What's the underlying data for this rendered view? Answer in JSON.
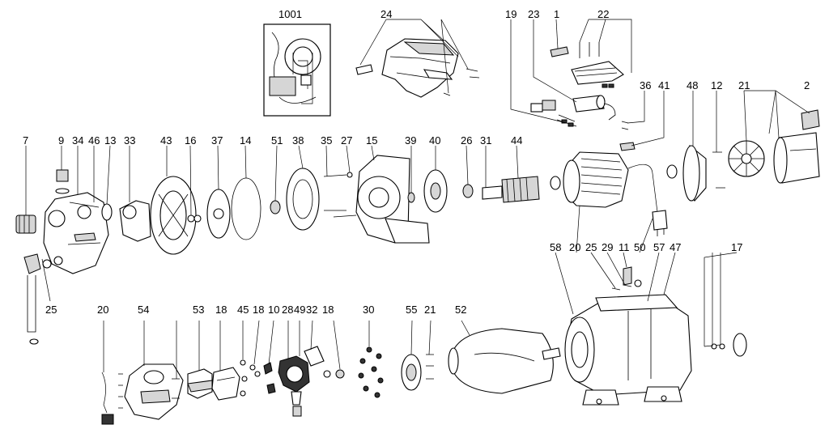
{
  "callouts": {
    "n1001": "1001",
    "n24": "24",
    "n19": "19",
    "n23": "23",
    "n1": "1",
    "n22": "22",
    "n36": "36",
    "n41": "41",
    "n48": "48",
    "n12": "12",
    "n21a": "21",
    "n2": "2",
    "n7": "7",
    "n9": "9",
    "n34": "34",
    "n46": "46",
    "n13": "13",
    "n33": "33",
    "n43": "43",
    "n16": "16",
    "n37": "37",
    "n14": "14",
    "n51": "51",
    "n38": "38",
    "n35": "35",
    "n27": "27",
    "n15": "15",
    "n39": "39",
    "n40": "40",
    "n26": "26",
    "n31": "31",
    "n44": "44",
    "n58": "58",
    "n20a": "20",
    "n25a": "25",
    "n29": "29",
    "n11": "11",
    "n50": "50",
    "n57": "57",
    "n47": "47",
    "n17": "17",
    "n25b": "25",
    "n20b": "20",
    "n54": "54",
    "n53": "53",
    "n18a": "18",
    "n45": "45",
    "n18b": "18",
    "n10": "10",
    "n28": "28",
    "n49": "49",
    "n32": "32",
    "n18c": "18",
    "n30": "30",
    "n55": "55",
    "n21b": "21",
    "n52": "52"
  }
}
